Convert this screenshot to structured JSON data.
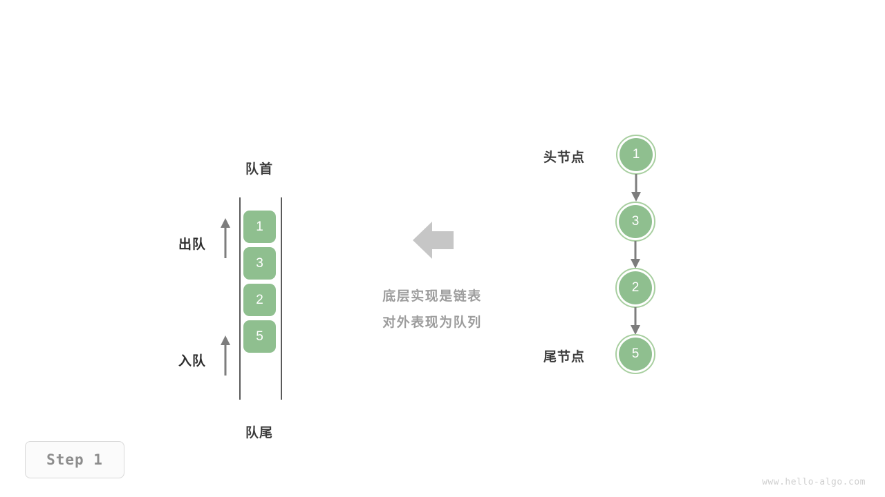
{
  "diagram": {
    "title_watermark": "www.hello-algo.com",
    "step_badge": "Step 1",
    "colors": {
      "node_fill": "#8fbf8f",
      "node_ring": "#a8cfa0",
      "cell_fill": "#8fbf8f",
      "arrow_gray": "#7d7d7d",
      "rail_gray": "#5a5a5a",
      "center_arrow": "#c6c6c6",
      "label_dark": "#3c3c3c",
      "muted_text": "#9d9d9d"
    }
  },
  "queue": {
    "head_label": "队首",
    "tail_label": "队尾",
    "dequeue_label": "出队",
    "enqueue_label": "入队",
    "dequeue_arrow_icon": "arrow-up-icon",
    "enqueue_arrow_icon": "arrow-up-icon",
    "cells": [
      {
        "value": "1"
      },
      {
        "value": "3"
      },
      {
        "value": "2"
      },
      {
        "value": "5"
      }
    ]
  },
  "middle": {
    "arrow_icon": "arrow-left-icon",
    "line1": "底层实现是链表",
    "line2": "对外表现为队列"
  },
  "linked_list": {
    "head_label": "头节点",
    "tail_label": "尾节点",
    "link_icon": "arrow-down-icon",
    "nodes": [
      {
        "value": "1"
      },
      {
        "value": "3"
      },
      {
        "value": "2"
      },
      {
        "value": "5"
      }
    ]
  }
}
